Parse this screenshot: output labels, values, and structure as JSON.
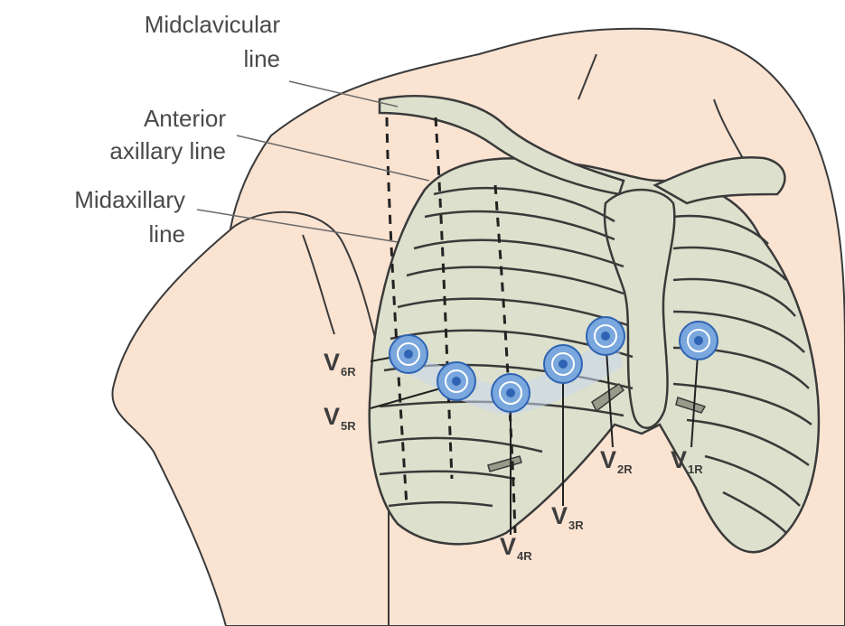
{
  "colors": {
    "skin": "#fbe3d2",
    "bone": "#dde0cc",
    "outline": "#3a3a3a",
    "electrode": "#7aa7dd",
    "electrode_dark": "#2f63b3",
    "label_text": "#4a4a4a"
  },
  "reference_lines": {
    "midclavicular": [
      "Midclavicular",
      "line"
    ],
    "anterior_axillary": [
      "Anterior",
      "axillary line"
    ],
    "midaxillary": [
      "Midaxillary",
      "line"
    ]
  },
  "leads": {
    "v1r": {
      "v": "V",
      "sub": "1R"
    },
    "v2r": {
      "v": "V",
      "sub": "2R"
    },
    "v3r": {
      "v": "V",
      "sub": "3R"
    },
    "v4r": {
      "v": "V",
      "sub": "4R"
    },
    "v5r": {
      "v": "V",
      "sub": "5R"
    },
    "v6r": {
      "v": "V",
      "sub": "6R"
    }
  },
  "electrode_icon": "concentric-circle-electrode-icon"
}
